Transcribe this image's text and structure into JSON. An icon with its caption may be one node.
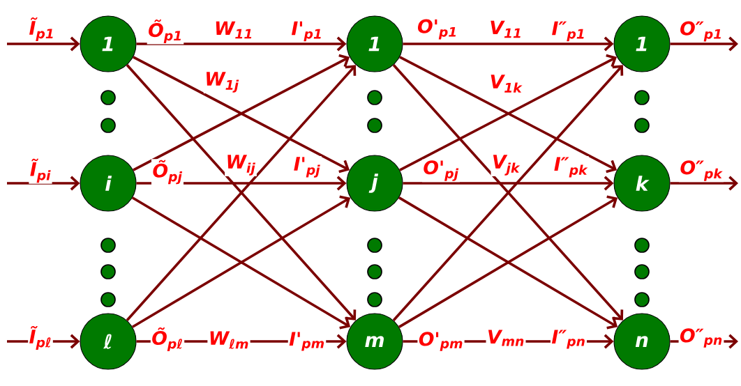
{
  "diagram": {
    "nodes": [
      {
        "text": [
          "1"
        ]
      },
      {
        "text": [
          "i"
        ]
      },
      {
        "text": [
          "ℓ"
        ]
      },
      {
        "text": [
          "1"
        ]
      },
      {
        "text": [
          "j"
        ]
      },
      {
        "text": [
          "m"
        ]
      },
      {
        "text": [
          "1"
        ]
      },
      {
        "text": [
          "k"
        ]
      },
      {
        "text": [
          "n"
        ]
      }
    ],
    "edges": [
      {
        "from": null,
        "to": 0,
        "arrow": "to",
        "label": "Ĩ$_{p1}$"
      },
      {
        "from": null,
        "to": 1,
        "arrow": "to",
        "label": "Ĩ$_{pi}$"
      },
      {
        "from": null,
        "to": 2,
        "arrow": "to",
        "label": "Ĩ$_{pℓ}$"
      },
      {
        "from": 0,
        "to": 3,
        "arrow": "to",
        "label": "W$_{11}$"
      },
      {
        "from": 0,
        "to": 4,
        "arrow": "to",
        "label": "W$_{1j}$"
      },
      {
        "from": 0,
        "to": 5,
        "arrow": "to"
      },
      {
        "from": 1,
        "to": 3,
        "arrow": "to"
      },
      {
        "from": 1,
        "to": 4,
        "arrow": "to",
        "label": "W$_{ij}$"
      },
      {
        "from": 1,
        "to": 5,
        "arrow": "to"
      },
      {
        "from": 2,
        "to": 3,
        "arrow": "to"
      },
      {
        "from": 2,
        "to": 4,
        "arrow": "to"
      },
      {
        "from": 2,
        "to": 5,
        "arrow": "to",
        "label": "W$_{ℓm}$"
      },
      {
        "from": 3,
        "to": 6,
        "arrow": "to",
        "label": "V$_{11}$"
      },
      {
        "from": 3,
        "to": 7,
        "arrow": "to",
        "label": "V$_{1k}$"
      },
      {
        "from": 3,
        "to": 8,
        "arrow": "to"
      },
      {
        "from": 4,
        "to": 6,
        "arrow": "to"
      },
      {
        "from": 4,
        "to": 7,
        "arrow": "to",
        "label": "V$_{jk}$"
      },
      {
        "from": 4,
        "to": 8,
        "arrow": "to"
      },
      {
        "from": 5,
        "to": 6,
        "arrow": "to"
      },
      {
        "from": 5,
        "to": 7,
        "arrow": "to"
      },
      {
        "from": 5,
        "to": 8,
        "arrow": "to",
        "label": "V$_{mn}$"
      },
      {
        "from": 6,
        "to": null,
        "arrow": "to",
        "label": "O″$_{p1}$"
      },
      {
        "from": 7,
        "to": null,
        "arrow": "to",
        "label": "O″$_{pk}$"
      },
      {
        "from": 8,
        "to": null,
        "arrow": "to",
        "label": "O″$_{pn}$"
      }
    ],
    "labels": [
      "Õ$_{p1}$",
      "I'$_{p1}$",
      "O'$_{p1}$",
      "I″$_{p1}$",
      "Õ$_{pj}$",
      "I'$_{pj}$",
      "O'$_{pj}$",
      "I″$_{pk}$",
      "Õ$_{pℓ}$",
      "I'$_{pm}$",
      "O'$_{pm}$",
      "I″$_{pn}$"
    ]
  }
}
